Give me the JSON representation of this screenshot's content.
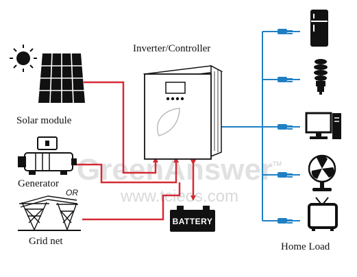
{
  "title": "Inverter/Controller",
  "sources": {
    "solar": "Solar module",
    "generator": "Generator",
    "or": "OR",
    "grid": "Grid net"
  },
  "battery": "BATTERY",
  "load": "Home Load",
  "watermark": {
    "brand": "GreenAnswer",
    "tm": "TM",
    "url": "www.tcieos.com"
  },
  "colors": {
    "source_line": "#d42a35",
    "load_line": "#1f7fc4",
    "device": "#111111"
  }
}
